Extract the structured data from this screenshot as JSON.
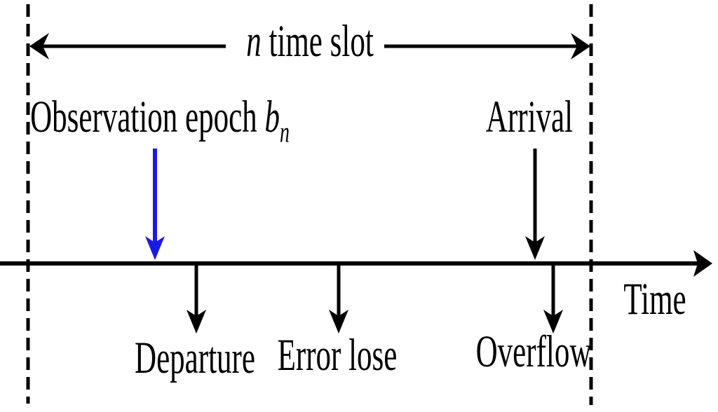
{
  "figure": {
    "title": "time slot timeline diagram",
    "background": "#ffffff",
    "colors": {
      "line": "#000000",
      "observation_arrow_blue": "#1a1ae6"
    },
    "labels": {
      "n_var": "n",
      "time_slot": " time slot",
      "observation_prefix": "Observation epoch ",
      "b_var": "b",
      "b_sub": "n",
      "arrival": "Arrival",
      "departure": "Departure",
      "error_lose": "Error lose",
      "overflow": "Overflow",
      "time_axis": "Time"
    }
  }
}
